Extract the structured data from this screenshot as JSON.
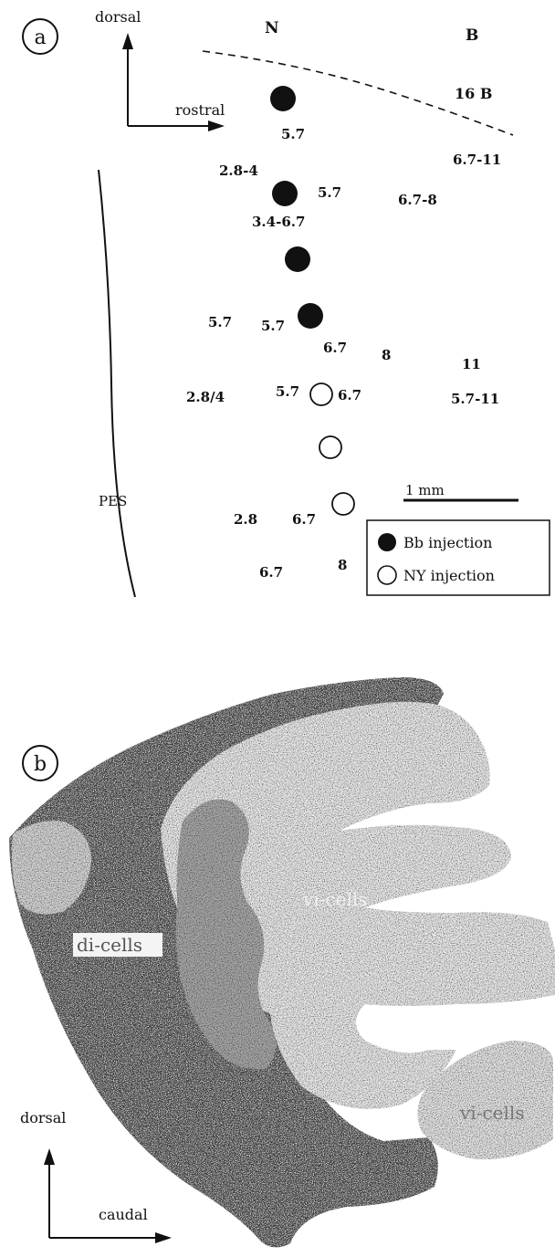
{
  "panel_a": {
    "badge": "a",
    "axis_dorsal": "dorsal",
    "axis_rostral": "rostral",
    "label_N": "N",
    "label_B": "B",
    "label_16B": "16 B",
    "label_PES": "PES",
    "scale_bar": "1 mm",
    "numbers": [
      "5.7",
      "6.7-11",
      "2.8-4",
      "5.7",
      "6.7-8",
      "3.4-6.7",
      "5.7",
      "5.7",
      "6.7",
      "8",
      "11",
      "2.8/4",
      "5.7",
      "6.7",
      "5.7-11",
      "2.8",
      "6.7",
      "6.7",
      "8"
    ],
    "legend": {
      "filled": "Bb injection",
      "open": "NY injection"
    }
  },
  "panel_b": {
    "badge": "b",
    "region_vi_1": "vi-cells",
    "region_di": "di-cells",
    "region_vi_2": "vi-cells",
    "axis_dorsal": "dorsal",
    "axis_caudal": "caudal"
  },
  "colors": {
    "ink": "#111111",
    "dark_tissue": "#3a3a3a",
    "light_tissue": "#ececec",
    "mid_tissue": "#a8a8a8"
  }
}
